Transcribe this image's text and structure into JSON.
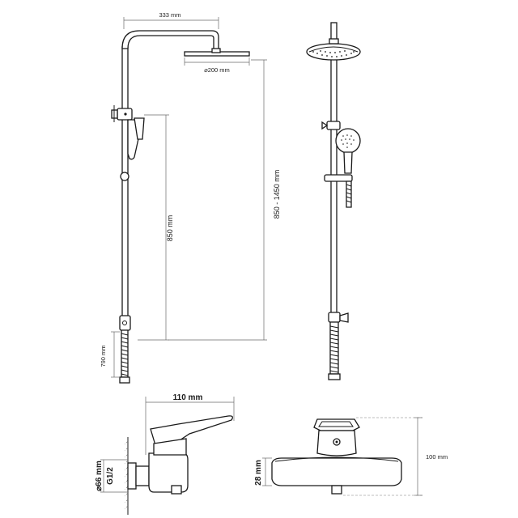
{
  "dimensions": {
    "arm_reach": "333 mm",
    "head_diameter": "⌀200 mm",
    "slide_rail_height": "850 mm",
    "height_range": "850 - 1450 mm",
    "inlet_height": "790 mm",
    "mixer_depth": "110 mm",
    "inlet_diameter": "⌀66 mm",
    "thread_size": "G1/2",
    "spout_height": "28 mm",
    "mixer_height": "100 mm"
  }
}
